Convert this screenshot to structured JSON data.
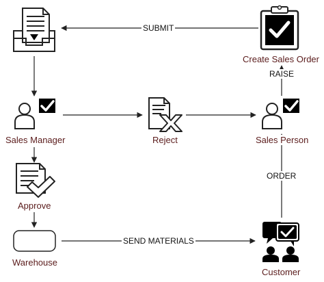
{
  "nodes": {
    "inbox": {
      "label": ""
    },
    "create_sales_order": {
      "label": "Create Sales Order"
    },
    "sales_manager": {
      "label": "Sales Manager"
    },
    "reject": {
      "label": "Reject"
    },
    "sales_person": {
      "label": "Sales Person"
    },
    "approve": {
      "label": "Approve"
    },
    "warehouse": {
      "label": "Warehouse"
    },
    "customer": {
      "label": "Customer"
    }
  },
  "edges": {
    "submit": {
      "label": "SUBMIT"
    },
    "raise": {
      "label": "RAISE"
    },
    "order": {
      "label": "ORDER"
    },
    "send_materials": {
      "label": "SEND MATERIALS"
    }
  },
  "colors": {
    "label_text": "#5a1b1b",
    "edge_text": "#111111",
    "stroke": "#222222",
    "icon_fill": "#000000"
  },
  "icons": {
    "inbox": "document-inbox-icon",
    "create_sales_order": "clipboard-check-icon",
    "sales_manager": "person-check-icon",
    "reject": "document-x-icon",
    "sales_person": "person-check-icon",
    "approve": "document-check-icon",
    "warehouse": "rounded-box-icon",
    "customer": "people-chat-icon"
  }
}
